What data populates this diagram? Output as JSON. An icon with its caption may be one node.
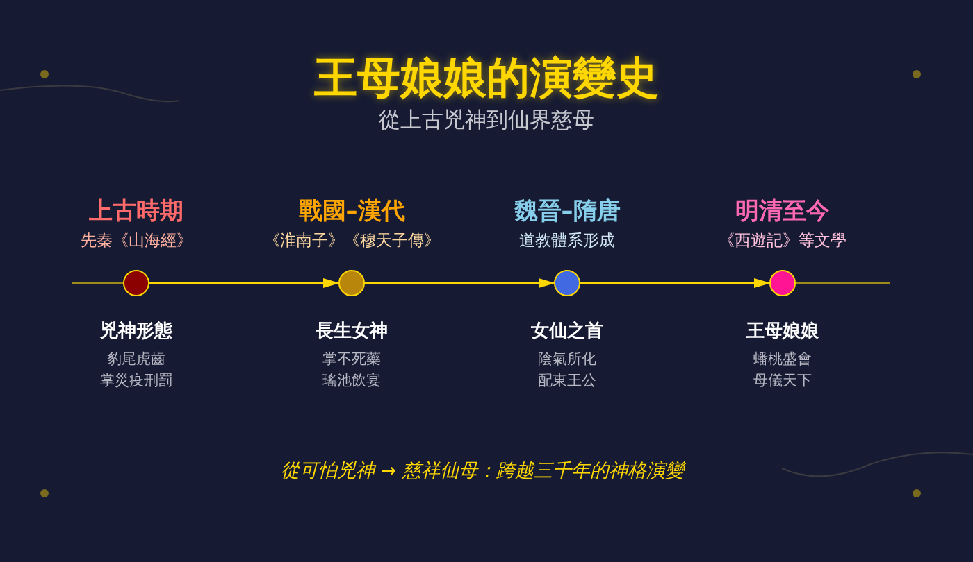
{
  "diagram": {
    "title": "王母娘娘的演變史",
    "caption": "從可怕兇神 → 慈祥仙母：跨越三千年的神格演變",
    "nodes": [
      {
        "text": [],
        "shape": "circle",
        "beside": [
          "上古時期",
          "先秦《山海經》",
          "兇神形態",
          "豹尾虎齒",
          "掌災疫刑罰"
        ]
      },
      {
        "text": [],
        "shape": "circle",
        "beside": [
          "戰國–漢代",
          "《淮南子》《穆天子傳》",
          "長生女神",
          "掌不死藥",
          "瑤池飲宴"
        ]
      },
      {
        "text": [],
        "shape": "circle",
        "beside": [
          "魏晉–隋唐",
          "道教體系形成",
          "女仙之首",
          "陰氣所化",
          "配東王公"
        ]
      },
      {
        "text": [],
        "shape": "circle",
        "beside": [
          "明清至今",
          "《西遊記》等文學",
          "王母娘娘",
          "蟠桃盛會",
          "母儀天下"
        ]
      }
    ],
    "edges": [
      {
        "from": 0,
        "to": 1,
        "arrow": "to"
      },
      {
        "from": 1,
        "to": 2,
        "arrow": "to"
      },
      {
        "from": 2,
        "to": 3,
        "arrow": "to"
      }
    ],
    "labels": [
      "從上古兇神到仙界慈母"
    ]
  }
}
